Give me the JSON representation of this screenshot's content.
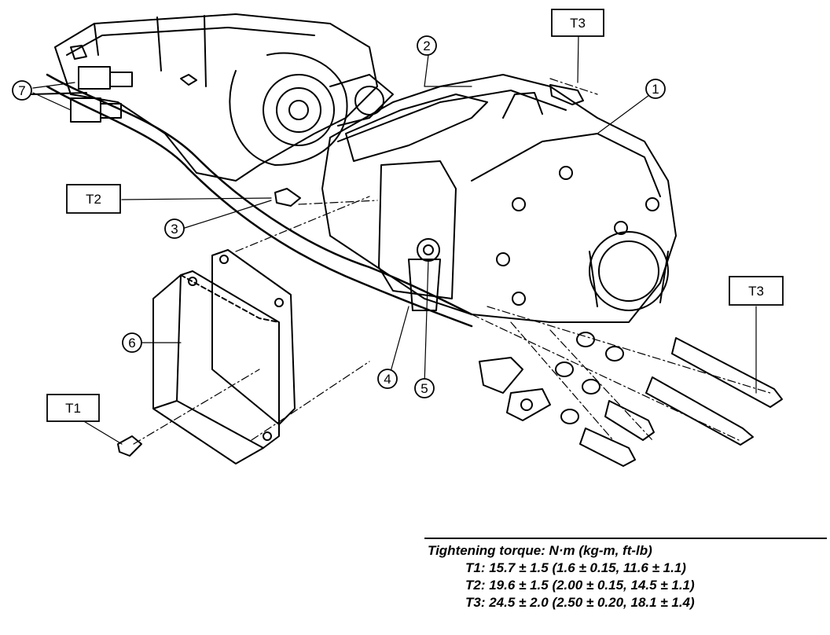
{
  "callouts": {
    "c1": "1",
    "c2": "2",
    "c3": "3",
    "c4": "4",
    "c5": "5",
    "c6": "6",
    "c7": "7"
  },
  "torque_tags": {
    "t1": "T1",
    "t2": "T2",
    "t3_top": "T3",
    "t3_right": "T3"
  },
  "torque_spec": {
    "title": "Tightening torque: N·m (kg-m, ft-lb)",
    "rows": [
      "T1: 15.7 ± 1.5 (1.6 ± 0.15, 11.6 ± 1.1)",
      "T2: 19.6 ± 1.5 (2.00 ± 0.15, 14.5 ± 1.1)",
      "T3: 24.5 ± 2.0 (2.50 ± 0.20, 18.1 ± 1.4)"
    ]
  },
  "colors": {
    "ink": "#000000",
    "paper": "#ffffff"
  }
}
